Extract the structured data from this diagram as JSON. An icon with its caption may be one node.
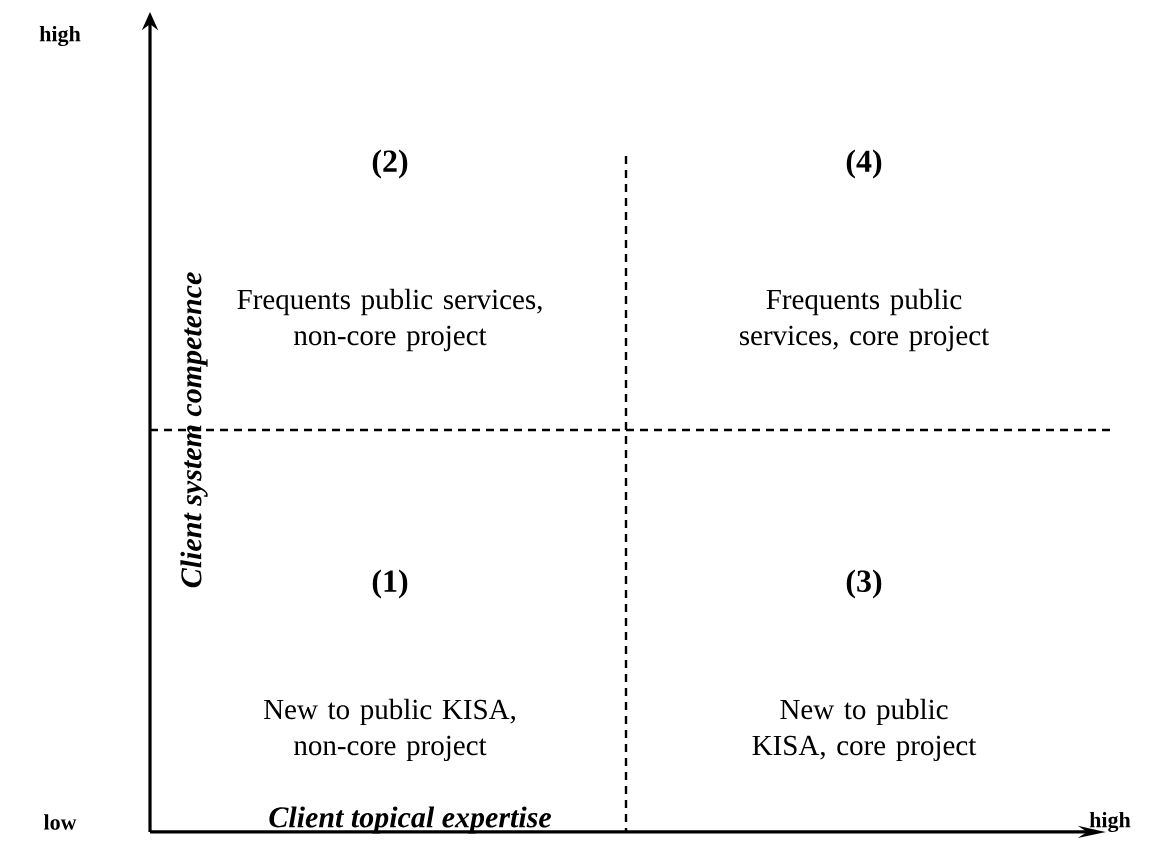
{
  "diagram": {
    "labels": [
      "high",
      "Client system competence",
      "(2)",
      "(4)",
      "Frequents public services, non-core project",
      "Frequents public services, core project",
      "(1)",
      "(3)",
      "New to public KISA, non-core project",
      "New to public KISA, core project",
      "low",
      "Client topical expertise",
      "high"
    ]
  }
}
